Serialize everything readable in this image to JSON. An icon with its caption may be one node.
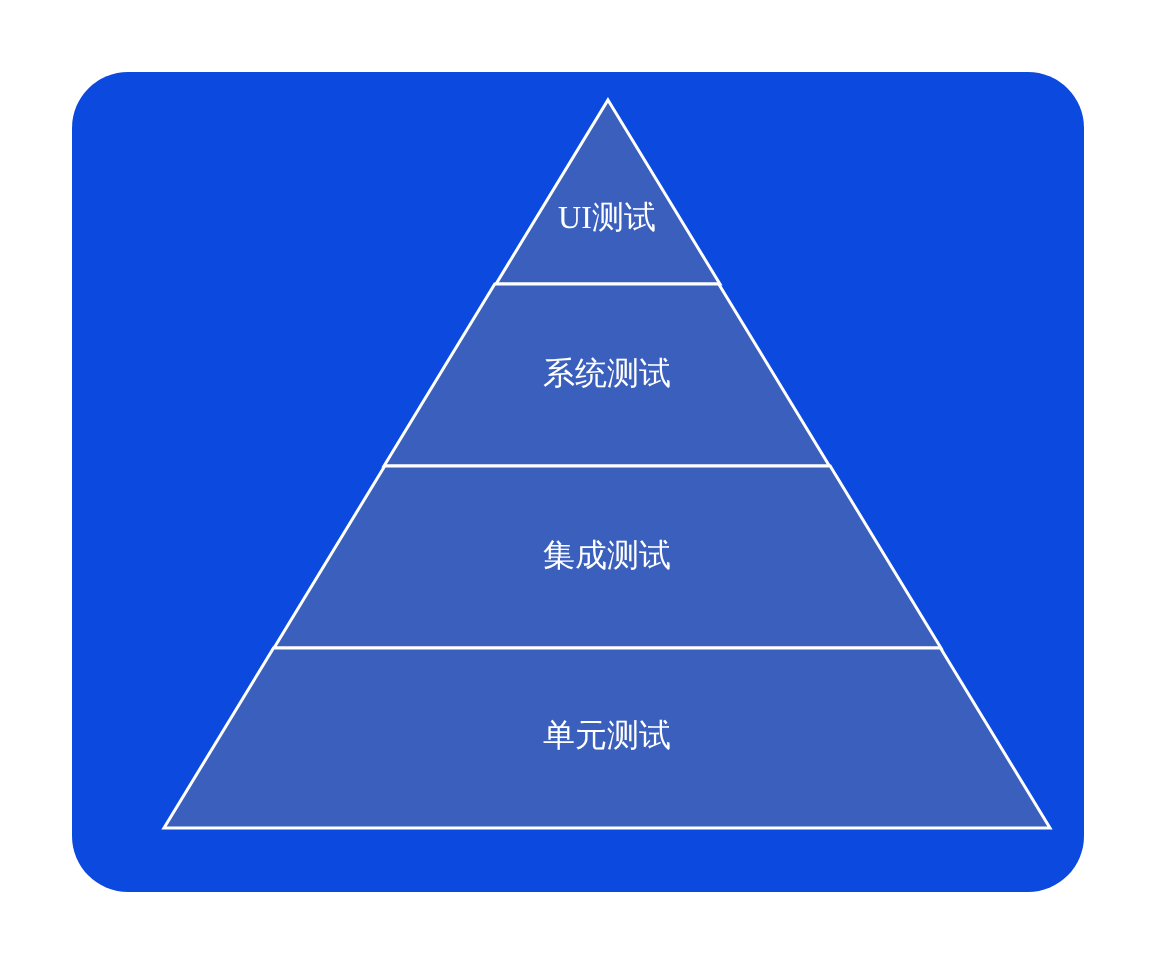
{
  "diagram": {
    "nodes": [
      {
        "text": [
          "UI测试"
        ]
      },
      {
        "text": [
          "系统测试"
        ]
      },
      {
        "text": [
          "集成测试"
        ]
      },
      {
        "text": [
          "单元测试"
        ]
      }
    ]
  }
}
